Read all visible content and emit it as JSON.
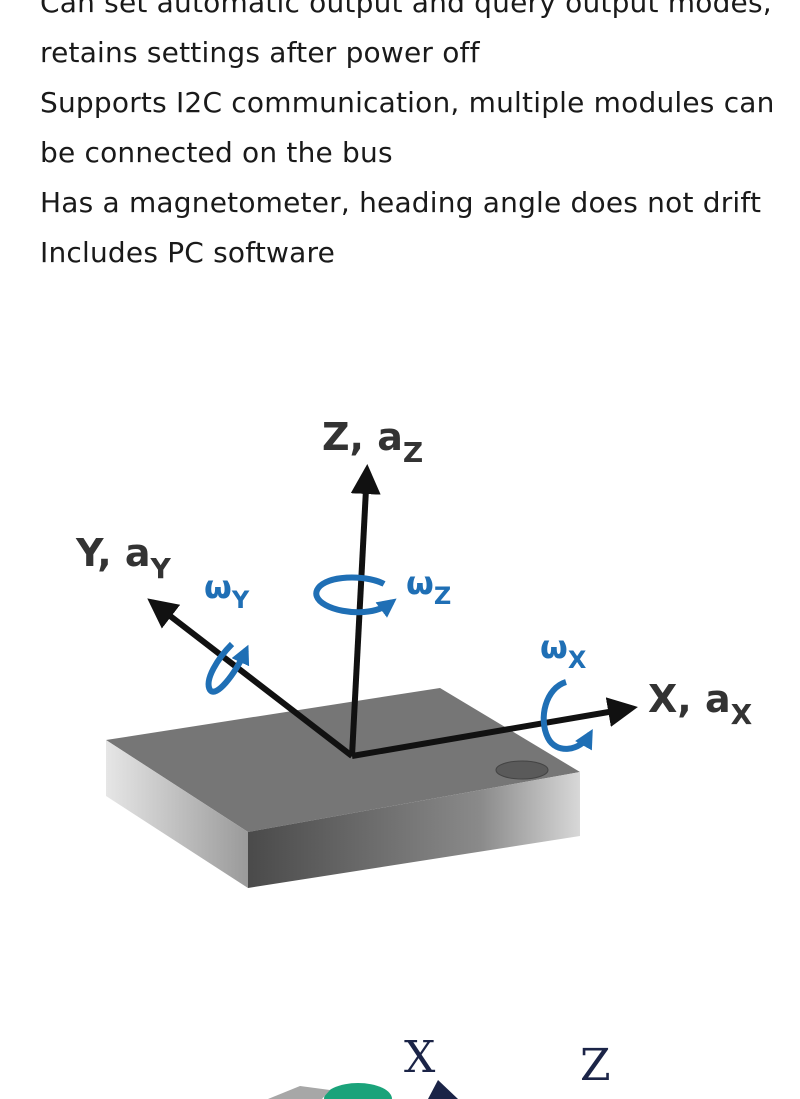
{
  "features": [
    "Can set automatic output and query output modes, retains settings after power off",
    "Supports I2C communication, multiple modules can be connected on the bus",
    "Has a magnetometer, heading angle does not drift",
    "Includes PC software"
  ],
  "diagram": {
    "axes": [
      {
        "id": "z",
        "label": "Z, a",
        "subscript": "Z"
      },
      {
        "id": "y",
        "label": "Y, a",
        "subscript": "Y"
      },
      {
        "id": "x",
        "label": "X, a",
        "subscript": "X"
      }
    ],
    "rotations": [
      {
        "id": "wy",
        "symbol": "ω",
        "subscript": "Y"
      },
      {
        "id": "wz",
        "symbol": "ω",
        "subscript": "Z"
      },
      {
        "id": "wx",
        "symbol": "ω",
        "subscript": "X"
      }
    ],
    "colors": {
      "axis": "#111111",
      "label": "#333333",
      "rotation": "#1f6fb5",
      "chip_top": "#777777",
      "chip_front": "#5f5f5f",
      "chip_side": "#cfcfcf"
    }
  },
  "bottom_labels": {
    "x": "X",
    "z": "Z"
  }
}
